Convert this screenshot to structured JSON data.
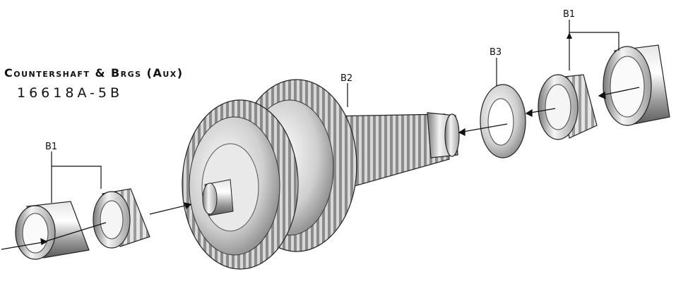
{
  "diagram": {
    "title": "Countershaft & Brgs (Aux)",
    "part_number": "16618A-5B",
    "callouts": {
      "left_bearing": "B1",
      "shaft": "B2",
      "washer": "B3",
      "right_bearing": "B1"
    }
  },
  "colors": {
    "metal_light": "#f2f2f2",
    "metal_mid": "#b8b8b8",
    "metal_dark": "#6a6a6a",
    "outline": "#222222"
  }
}
